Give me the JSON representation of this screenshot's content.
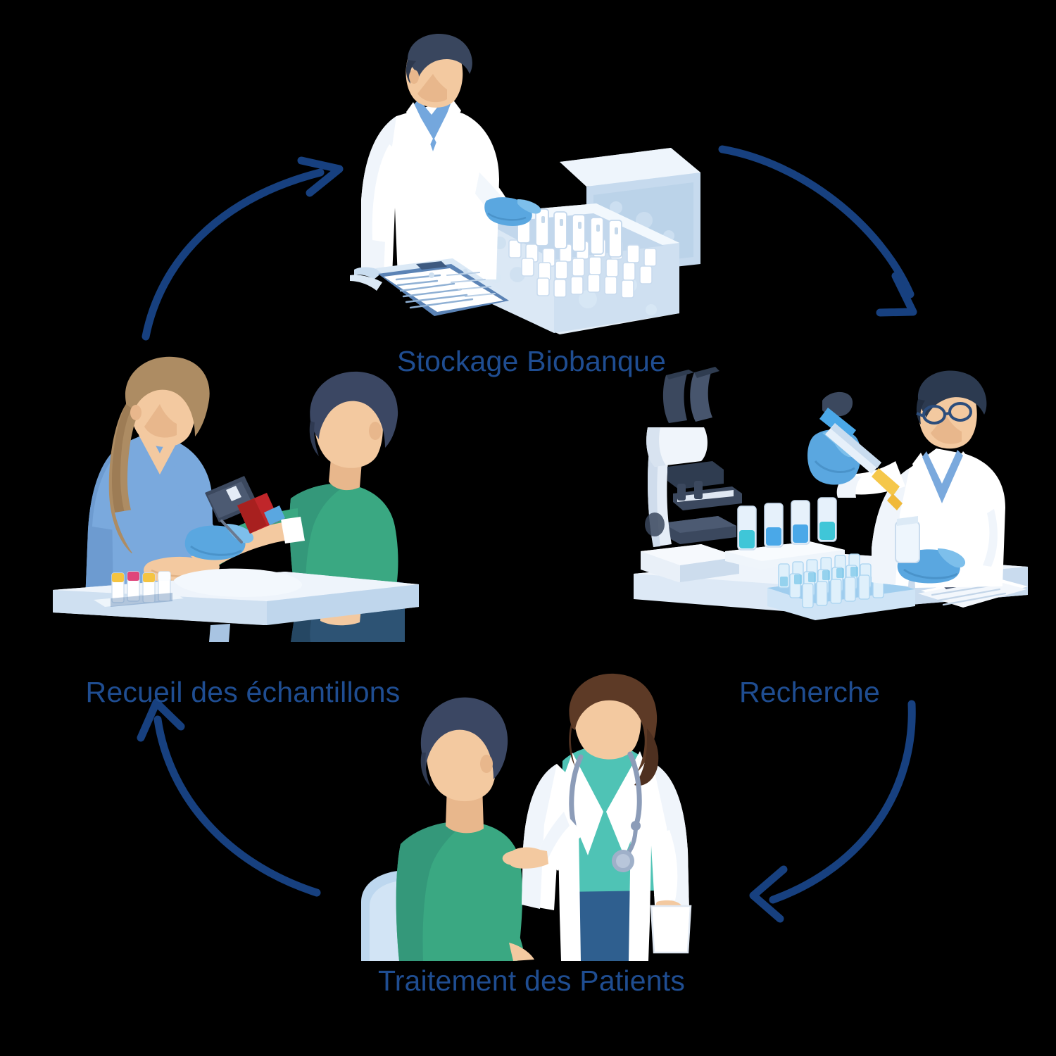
{
  "diagram": {
    "type": "cycle",
    "direction": "counter-clockwise",
    "background_color": "#000000",
    "label_color": "#1f4d91",
    "arrow_color": "#17407f",
    "nodes": [
      {
        "id": "storage",
        "label": "Stockage Biobanque",
        "position": "top",
        "illustration": "biobank-storage-scientist-with-cryobox"
      },
      {
        "id": "research",
        "label": "Recherche",
        "position": "right",
        "illustration": "researcher-pipetting-at-lab-bench-with-microscope"
      },
      {
        "id": "treatment",
        "label": "Traitement des Patients",
        "position": "bottom",
        "illustration": "doctor-consulting-seated-patient"
      },
      {
        "id": "collection",
        "label": "Recueil des échantillons",
        "position": "left",
        "illustration": "nurse-drawing-blood-from-patient"
      }
    ],
    "arrows": [
      {
        "id": "collection-to-storage",
        "from": "collection",
        "to": "storage"
      },
      {
        "id": "storage-to-research",
        "from": "storage",
        "to": "research"
      },
      {
        "id": "research-to-treatment",
        "from": "research",
        "to": "treatment"
      },
      {
        "id": "treatment-to-collection",
        "from": "treatment",
        "to": "collection"
      }
    ]
  },
  "palette": {
    "navy": "#17407f",
    "label_blue": "#1f4d91",
    "coat_white": "#ffffff",
    "coat_shadow": "#e8eef7",
    "scrub_blue": "#7aa9dd",
    "scrub_teal": "#4fc3b5",
    "glove_blue": "#5aa7e0",
    "skin": "#f3c9a0",
    "skin_dark": "#e8b78c",
    "hair_dark": "#39465e",
    "hair_brown": "#5d3a26",
    "hair_blonde": "#ad8c63",
    "shirt_green": "#3aa882",
    "pants_navy": "#2f5f8f",
    "table_blue": "#cfe0f2",
    "table_blue_dark": "#a8c4e2",
    "ice_blue": "#dce9f5",
    "tube_cyan": "#3fc6d8",
    "tube_blue": "#4aa8e8",
    "cap_yellow": "#f5c441",
    "cap_pink": "#e0457b",
    "blood_red": "#c0262a",
    "microscope_dark": "#3b485e",
    "microscope_light": "#eef3fa"
  }
}
